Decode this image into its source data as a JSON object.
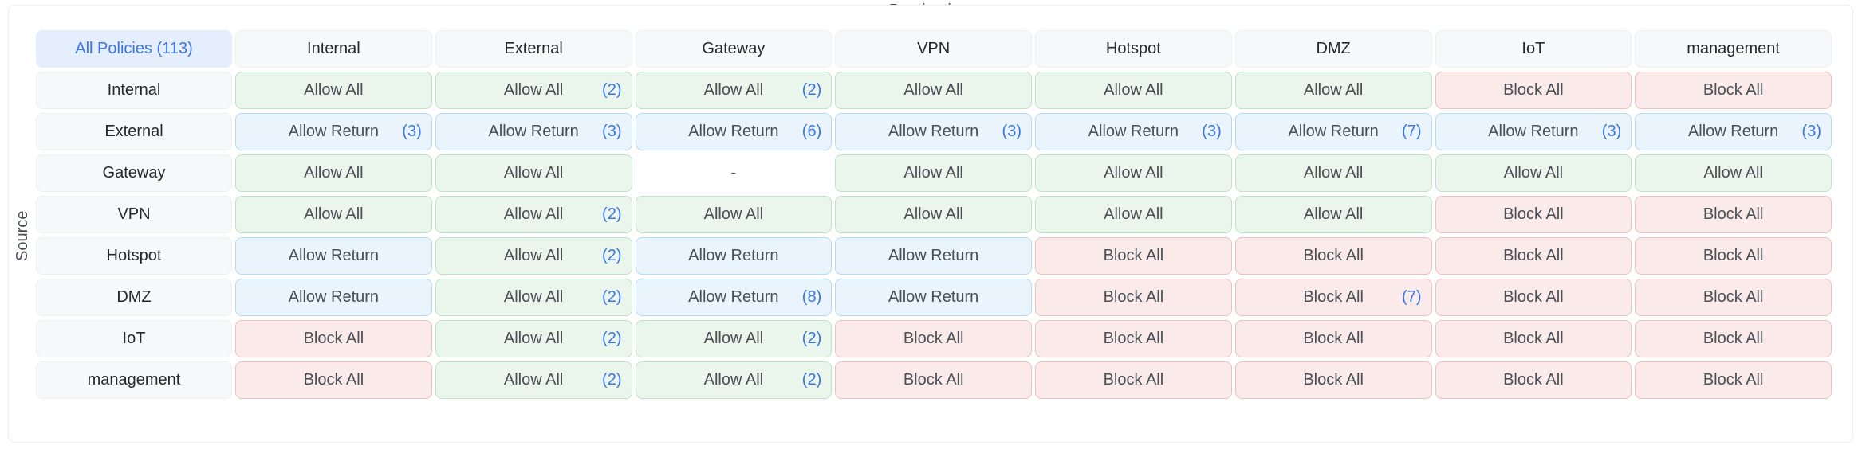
{
  "axes": {
    "destination_label": "Destination",
    "source_label": "Source"
  },
  "all_policies": {
    "label": "All Policies (113)"
  },
  "destination_columns": [
    "Internal",
    "External",
    "Gateway",
    "VPN",
    "Hotspot",
    "DMZ",
    "IoT",
    "management"
  ],
  "matrix_rows": [
    {
      "source": "Internal",
      "cells": [
        {
          "label": "Allow All",
          "count": "",
          "type": "allow-all"
        },
        {
          "label": "Allow All",
          "count": "(2)",
          "type": "allow-all"
        },
        {
          "label": "Allow All",
          "count": "(2)",
          "type": "allow-all"
        },
        {
          "label": "Allow All",
          "count": "",
          "type": "allow-all"
        },
        {
          "label": "Allow All",
          "count": "",
          "type": "allow-all"
        },
        {
          "label": "Allow All",
          "count": "",
          "type": "allow-all"
        },
        {
          "label": "Block All",
          "count": "",
          "type": "block-all"
        },
        {
          "label": "Block All",
          "count": "",
          "type": "block-all"
        }
      ]
    },
    {
      "source": "External",
      "cells": [
        {
          "label": "Allow Return",
          "count": "(3)",
          "type": "allow-return"
        },
        {
          "label": "Allow Return",
          "count": "(3)",
          "type": "allow-return"
        },
        {
          "label": "Allow Return",
          "count": "(6)",
          "type": "allow-return"
        },
        {
          "label": "Allow Return",
          "count": "(3)",
          "type": "allow-return"
        },
        {
          "label": "Allow Return",
          "count": "(3)",
          "type": "allow-return"
        },
        {
          "label": "Allow Return",
          "count": "(7)",
          "type": "allow-return"
        },
        {
          "label": "Allow Return",
          "count": "(3)",
          "type": "allow-return"
        },
        {
          "label": "Allow Return",
          "count": "(3)",
          "type": "allow-return"
        }
      ]
    },
    {
      "source": "Gateway",
      "cells": [
        {
          "label": "Allow All",
          "count": "",
          "type": "allow-all"
        },
        {
          "label": "Allow All",
          "count": "",
          "type": "allow-all"
        },
        {
          "label": "-",
          "count": "",
          "type": "none"
        },
        {
          "label": "Allow All",
          "count": "",
          "type": "allow-all"
        },
        {
          "label": "Allow All",
          "count": "",
          "type": "allow-all"
        },
        {
          "label": "Allow All",
          "count": "",
          "type": "allow-all"
        },
        {
          "label": "Allow All",
          "count": "",
          "type": "allow-all"
        },
        {
          "label": "Allow All",
          "count": "",
          "type": "allow-all"
        }
      ]
    },
    {
      "source": "VPN",
      "cells": [
        {
          "label": "Allow All",
          "count": "",
          "type": "allow-all"
        },
        {
          "label": "Allow All",
          "count": "(2)",
          "type": "allow-all"
        },
        {
          "label": "Allow All",
          "count": "",
          "type": "allow-all"
        },
        {
          "label": "Allow All",
          "count": "",
          "type": "allow-all"
        },
        {
          "label": "Allow All",
          "count": "",
          "type": "allow-all"
        },
        {
          "label": "Allow All",
          "count": "",
          "type": "allow-all"
        },
        {
          "label": "Block All",
          "count": "",
          "type": "block-all"
        },
        {
          "label": "Block All",
          "count": "",
          "type": "block-all"
        }
      ]
    },
    {
      "source": "Hotspot",
      "cells": [
        {
          "label": "Allow Return",
          "count": "",
          "type": "allow-return"
        },
        {
          "label": "Allow All",
          "count": "(2)",
          "type": "allow-all"
        },
        {
          "label": "Allow Return",
          "count": "",
          "type": "allow-return"
        },
        {
          "label": "Allow Return",
          "count": "",
          "type": "allow-return"
        },
        {
          "label": "Block All",
          "count": "",
          "type": "block-all"
        },
        {
          "label": "Block All",
          "count": "",
          "type": "block-all"
        },
        {
          "label": "Block All",
          "count": "",
          "type": "block-all"
        },
        {
          "label": "Block All",
          "count": "",
          "type": "block-all"
        }
      ]
    },
    {
      "source": "DMZ",
      "cells": [
        {
          "label": "Allow Return",
          "count": "",
          "type": "allow-return"
        },
        {
          "label": "Allow All",
          "count": "(2)",
          "type": "allow-all"
        },
        {
          "label": "Allow Return",
          "count": "(8)",
          "type": "allow-return"
        },
        {
          "label": "Allow Return",
          "count": "",
          "type": "allow-return"
        },
        {
          "label": "Block All",
          "count": "",
          "type": "block-all"
        },
        {
          "label": "Block All",
          "count": "(7)",
          "type": "block-all"
        },
        {
          "label": "Block All",
          "count": "",
          "type": "block-all"
        },
        {
          "label": "Block All",
          "count": "",
          "type": "block-all"
        }
      ]
    },
    {
      "source": "IoT",
      "cells": [
        {
          "label": "Block All",
          "count": "",
          "type": "block-all"
        },
        {
          "label": "Allow All",
          "count": "(2)",
          "type": "allow-all"
        },
        {
          "label": "Allow All",
          "count": "(2)",
          "type": "allow-all"
        },
        {
          "label": "Block All",
          "count": "",
          "type": "block-all"
        },
        {
          "label": "Block All",
          "count": "",
          "type": "block-all"
        },
        {
          "label": "Block All",
          "count": "",
          "type": "block-all"
        },
        {
          "label": "Block All",
          "count": "",
          "type": "block-all"
        },
        {
          "label": "Block All",
          "count": "",
          "type": "block-all"
        }
      ]
    },
    {
      "source": "management",
      "cells": [
        {
          "label": "Block All",
          "count": "",
          "type": "block-all"
        },
        {
          "label": "Allow All",
          "count": "(2)",
          "type": "allow-all"
        },
        {
          "label": "Allow All",
          "count": "(2)",
          "type": "allow-all"
        },
        {
          "label": "Block All",
          "count": "",
          "type": "block-all"
        },
        {
          "label": "Block All",
          "count": "",
          "type": "block-all"
        },
        {
          "label": "Block All",
          "count": "",
          "type": "block-all"
        },
        {
          "label": "Block All",
          "count": "",
          "type": "block-all"
        },
        {
          "label": "Block All",
          "count": "",
          "type": "block-all"
        }
      ]
    }
  ],
  "colors": {
    "accent_blue": "#3b74e8",
    "all_policies_bg": "#e4eefc",
    "allow_all_bg": "#eaf5ec",
    "allow_all_border": "#bfe2c8",
    "allow_return_bg": "#e9f4fc",
    "allow_return_border": "#b4dbf3",
    "block_all_bg": "#faeaea",
    "block_all_border": "#eec0c0",
    "header_bg": "#f7f8f9",
    "header_border": "#eef0f2",
    "cell_text": "#4a5056",
    "header_text": "#26282d"
  }
}
